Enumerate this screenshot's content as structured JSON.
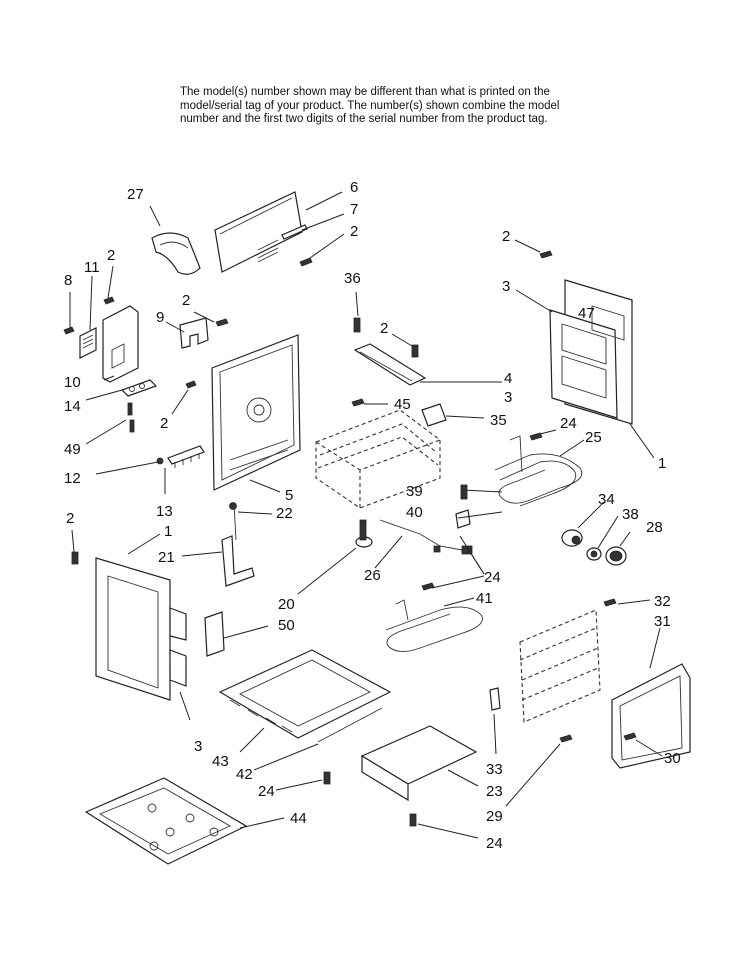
{
  "note": {
    "lines": [
      "The model(s) number shown may be different than what is printed on the",
      "model/serial tag of your product. The number(s) shown combine the model",
      "number and the first two digits of the serial number from the product tag."
    ]
  },
  "callouts": {
    "c27": "27",
    "c6": "6",
    "c7": "7",
    "c2_top": "2",
    "c8": "8",
    "c11": "11",
    "c2_left": "2",
    "c2_mid": "2",
    "c9": "9",
    "c36": "36",
    "c2_bracket": "2",
    "c2_right": "2",
    "c3_right_a": "3",
    "c47": "47",
    "c3_right_b": "3",
    "c4": "4",
    "c45": "45",
    "c35": "35",
    "c10": "10",
    "c14": "14",
    "c49": "49",
    "c2_panel": "2",
    "c12": "12",
    "c13": "13",
    "c5": "5",
    "c24_a": "24",
    "c25": "25",
    "c1_right": "1",
    "c39": "39",
    "c40": "40",
    "c34": "34",
    "c38": "38",
    "c28": "28",
    "c2_door": "2",
    "c1_door": "1",
    "c22": "22",
    "c21": "21",
    "c26": "26",
    "c24_b": "24",
    "c20": "20",
    "c41": "41",
    "c32": "32",
    "c31": "31",
    "c50": "50",
    "c3_door": "3",
    "c43": "43",
    "c42": "42",
    "c33": "33",
    "c30": "30",
    "c24_c": "24",
    "c23": "23",
    "c29": "29",
    "c44": "44",
    "c24_d": "24"
  }
}
